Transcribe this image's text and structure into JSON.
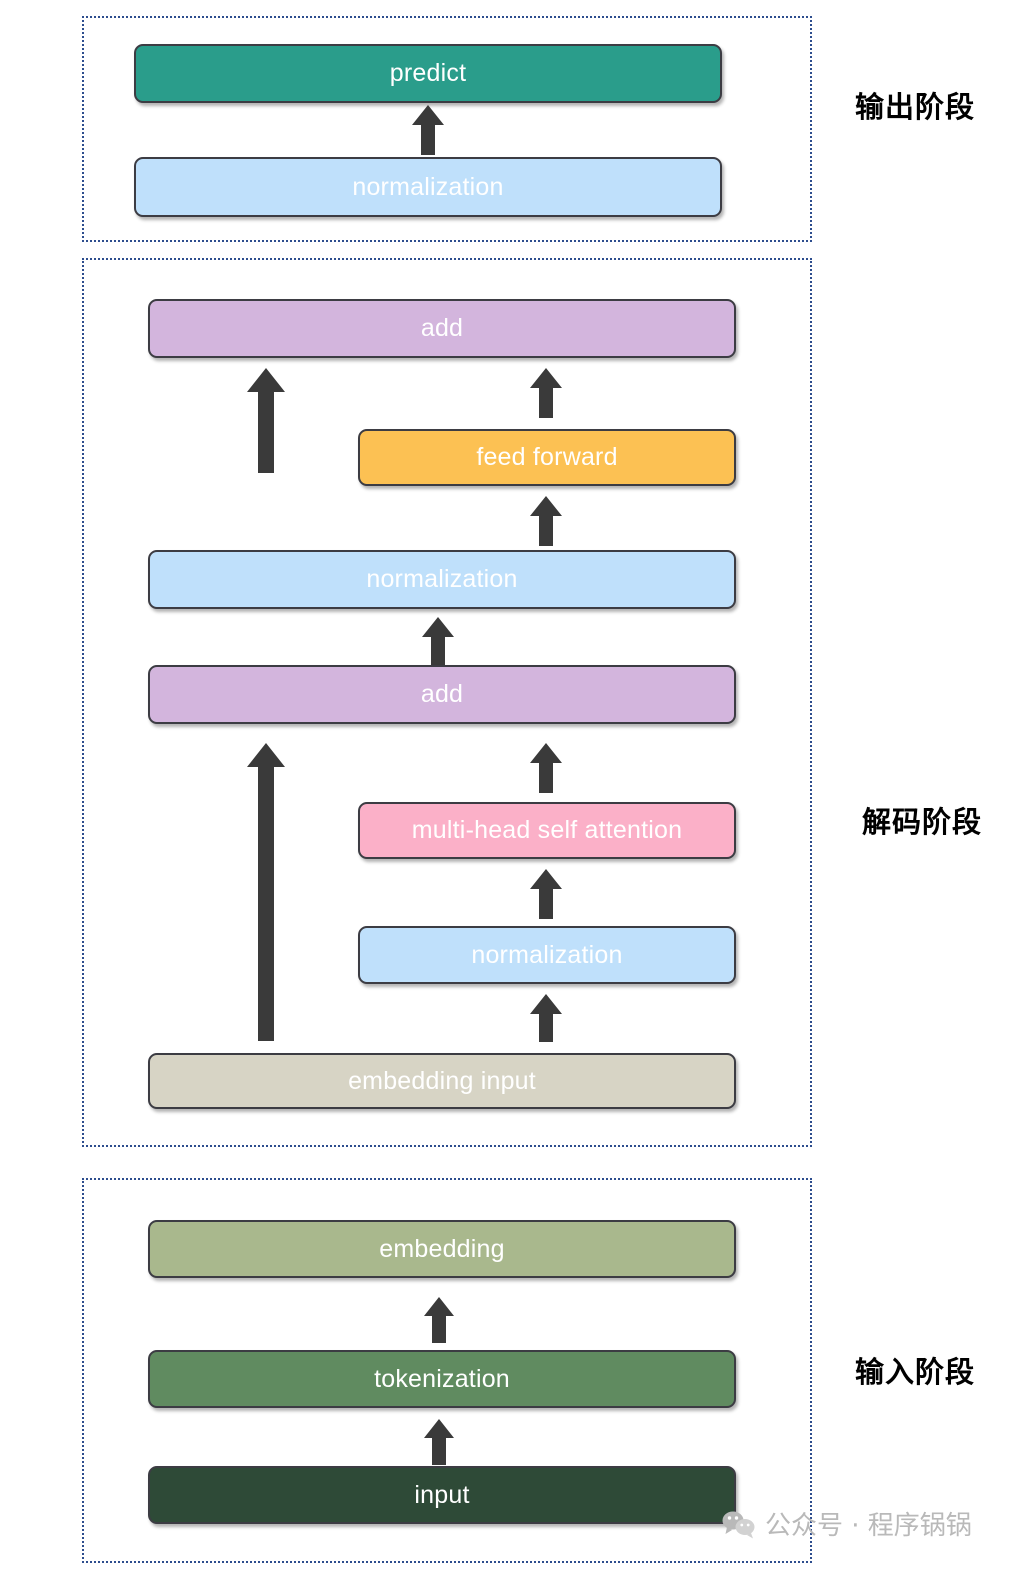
{
  "diagram": {
    "title": "Transformer decoder-only architecture stages",
    "colors": {
      "container_border": "#2d4d8e",
      "box_border": "#3c3c43",
      "arrow": "#3a3a3a",
      "predict": "#2a9d8b",
      "normalization": "#c0e0fb",
      "add": "#d3b5dd",
      "feed_forward": "#fcc košt"
    }
  },
  "stages": [
    {
      "id": "output",
      "label": "输出阶段",
      "nodes": [
        {
          "id": "predict",
          "text": "predict",
          "color": "#2a9d8b"
        },
        {
          "id": "output-normalization",
          "text": "normalization",
          "color": "#bfe0fb"
        }
      ]
    },
    {
      "id": "decode",
      "label": "解码阶段",
      "nodes": [
        {
          "id": "add-top",
          "text": "add",
          "color": "#d3b5dd"
        },
        {
          "id": "feed-forward",
          "text": "feed forward",
          "color": "#fcc košt"
        },
        {
          "id": "mid-normalization",
          "text": "normalization",
          "color": "#bfe0fb"
        },
        {
          "id": "add-bottom",
          "text": "add",
          "color": "#d3b5dd"
        },
        {
          "id": "multi-head-self-attention",
          "text": "multi-head self attention",
          "color": "#fbb0c8"
        },
        {
          "id": "low-normalization",
          "text": "normalization",
          "color": "#bfe0fb"
        },
        {
          "id": "embedding-input",
          "text": "embedding input",
          "color": "#d7d4c5"
        }
      ]
    },
    {
      "id": "input",
      "label": "输入阶段",
      "nodes": [
        {
          "id": "embedding",
          "text": "embedding",
          "color": "#a9b88d"
        },
        {
          "id": "tokenization",
          "text": "tokenization",
          "color": "#608b60"
        },
        {
          "id": "input",
          "text": "input",
          "color": "#2e4a37"
        }
      ]
    }
  ],
  "watermark": {
    "text": "公众号 · 程序锅锅",
    "icon": "wechat-icon"
  }
}
